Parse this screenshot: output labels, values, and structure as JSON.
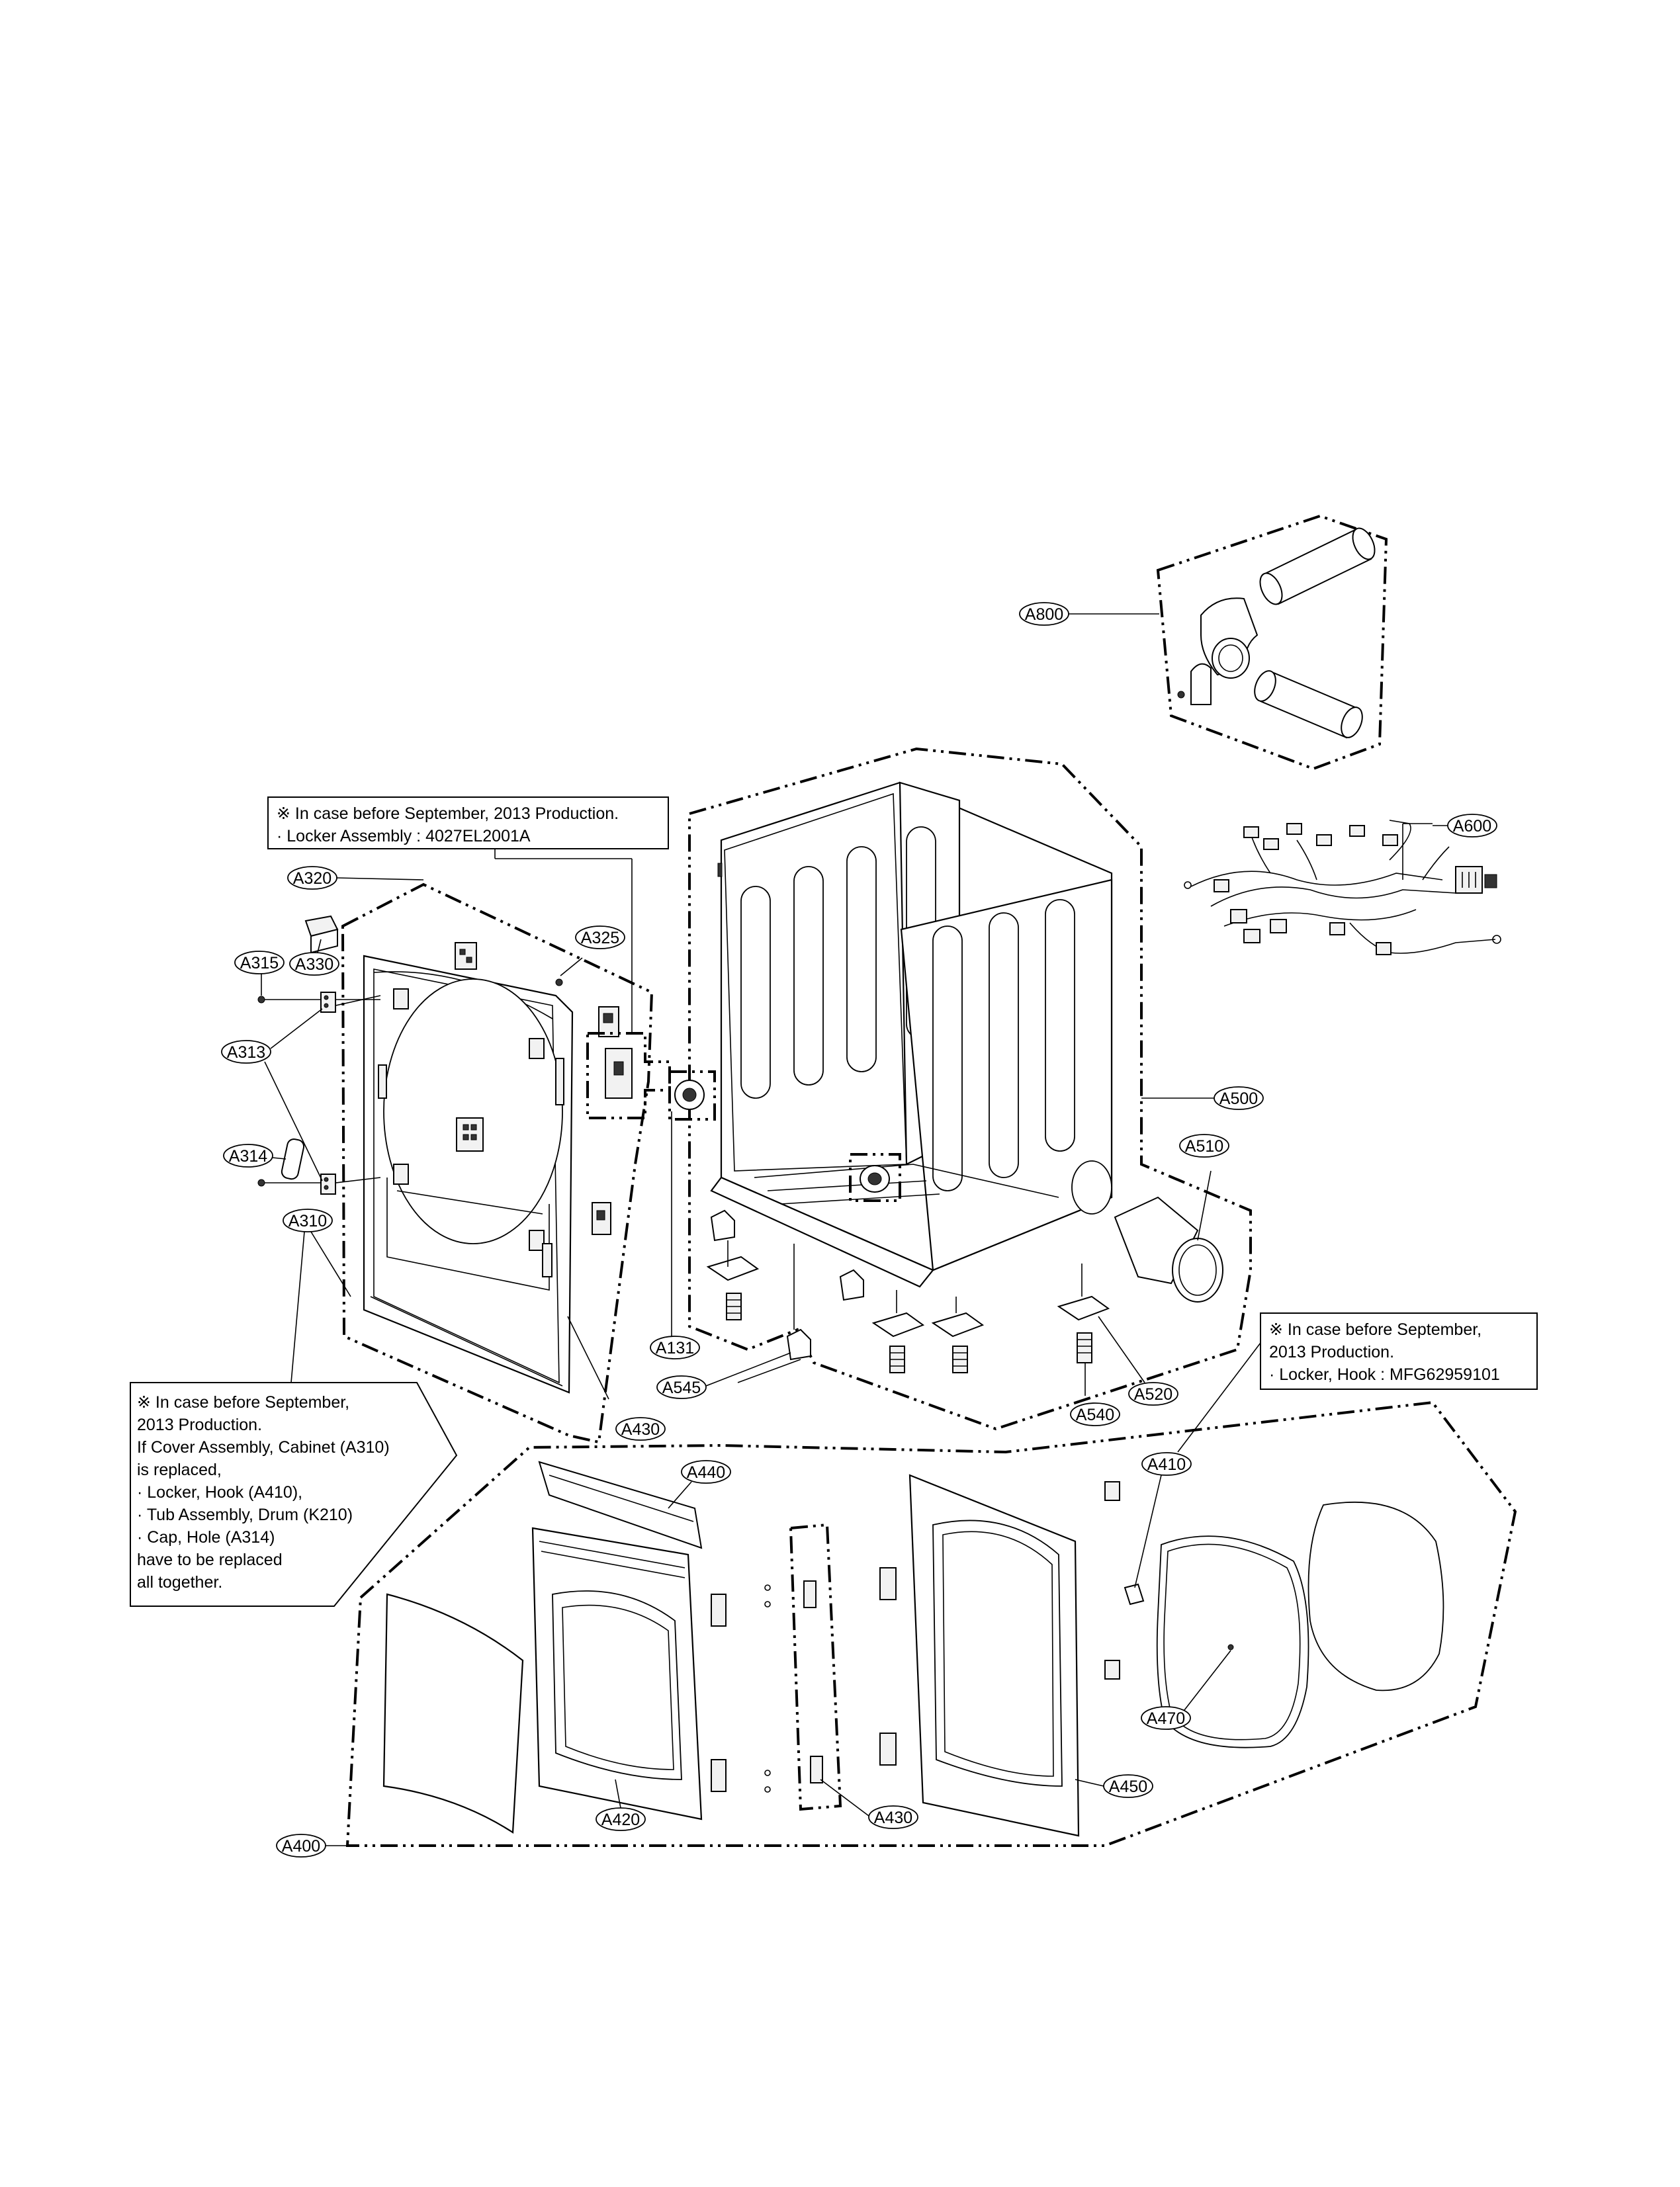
{
  "callouts": {
    "a800": "A800",
    "a600": "A600",
    "a320": "A320",
    "a325": "A325",
    "a315": "A315",
    "a330": "A330",
    "a313": "A313",
    "a314": "A314",
    "a310": "A310",
    "a500": "A500",
    "a510": "A510",
    "a131": "A131",
    "a545": "A545",
    "a430_top": "A430",
    "a520": "A520",
    "a540": "A540",
    "a410": "A410",
    "a440": "A440",
    "a470": "A470",
    "a450": "A450",
    "a430_bottom": "A430",
    "a420": "A420",
    "a400": "A400"
  },
  "notes": {
    "locker_assembly": {
      "line1": "※ In case before September, 2013 Production.",
      "line2": "· Locker Assembly : 4027EL2001A"
    },
    "locker_hook": {
      "line1": "※ In case before September,",
      "line2": "2013 Production.",
      "line3": "· Locker, Hook : MFG62959101"
    },
    "cover_assembly": {
      "line1": "※ In case before September,",
      "line2": "2013 Production.",
      "line3": "If Cover Assembly, Cabinet (A310)",
      "line4": "is replaced,",
      "line5": "· Locker, Hook (A410),",
      "line6": "· Tub Assembly, Drum (K210)",
      "line7": "· Cap, Hole (A314)",
      "line8": "have to be replaced",
      "line9": "all together."
    }
  }
}
